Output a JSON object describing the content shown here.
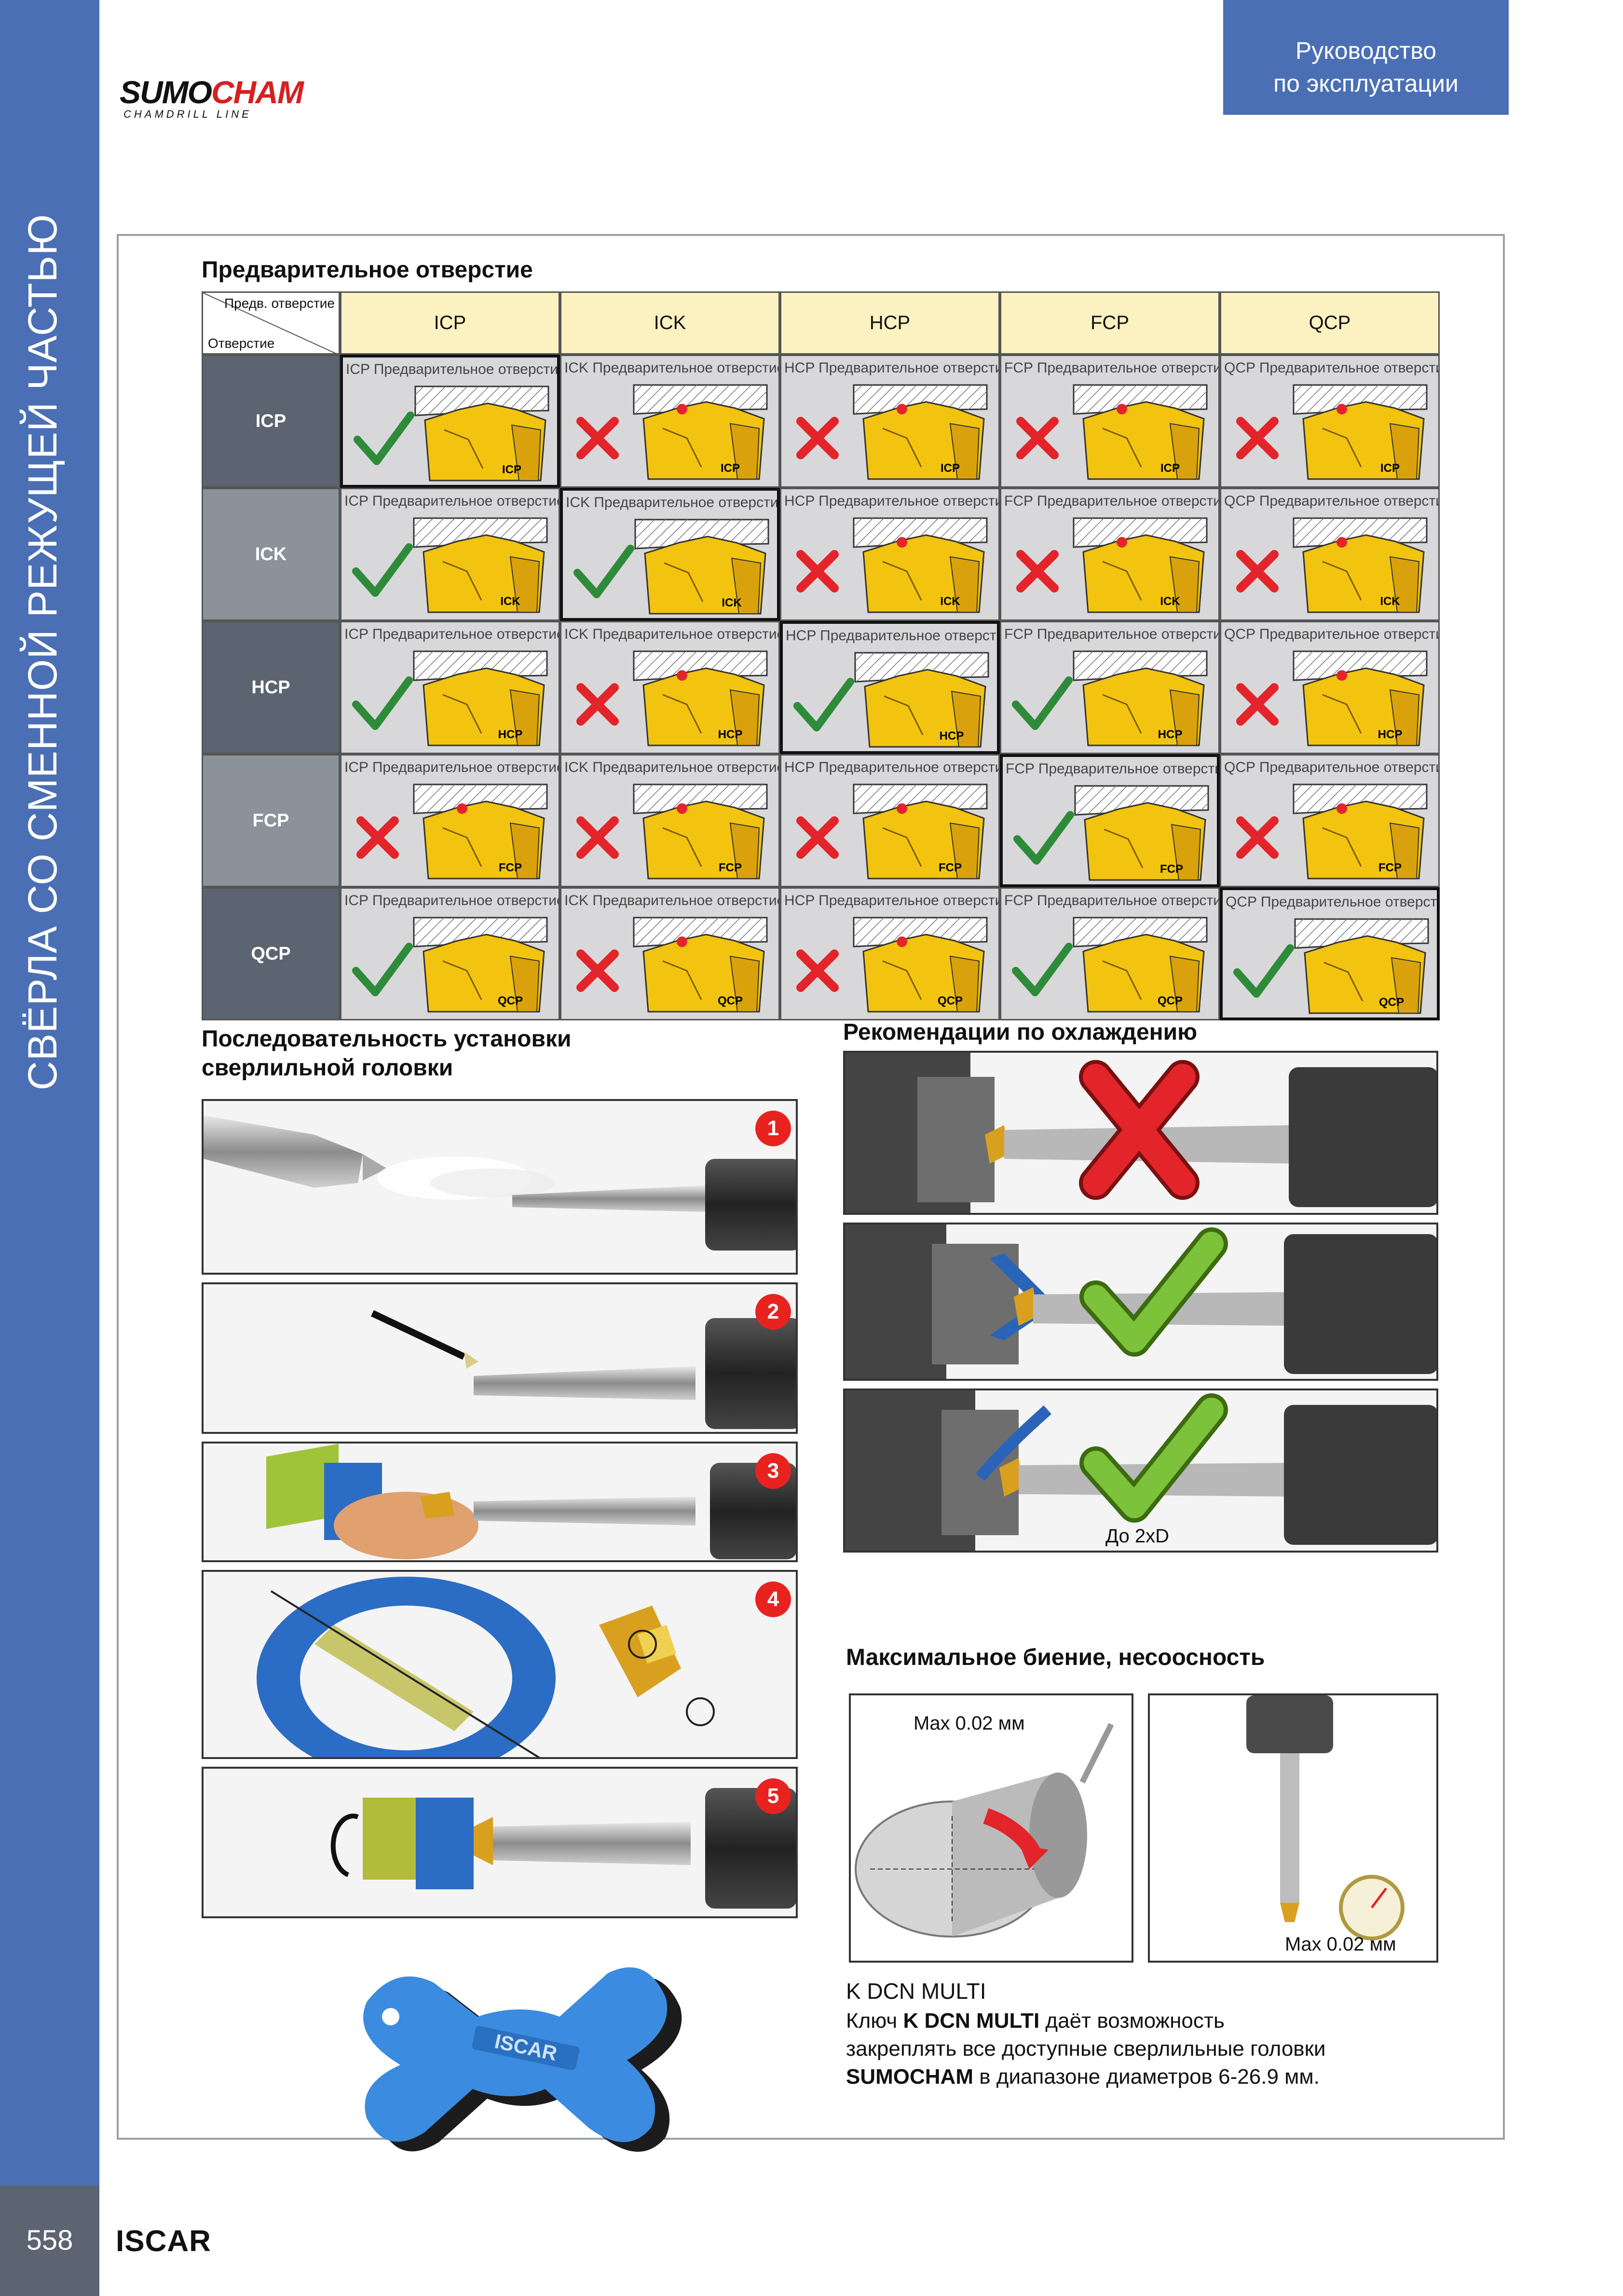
{
  "sidebar": {
    "title": "СВЁРЛА СО СМЕННОЙ РЕЖУЩЕЙ ЧАСТЬЮ",
    "page_number": "558"
  },
  "footer": {
    "brand": "ISCAR"
  },
  "header": {
    "line1": "Руководство",
    "line2": "по эксплуатации"
  },
  "logo": {
    "part1": "SUMO",
    "part2": "CHAM",
    "sub": "CHAMDRILL LINE"
  },
  "colors": {
    "accent": "#4a6fb5",
    "check": "#2e8b3a",
    "cross": "#e3242b",
    "insert": "#f2c40f"
  },
  "predrill": {
    "title": "Предварительное отверстие",
    "corner_top": "Предв. отверстие",
    "corner_bottom": "Отверстие",
    "columns": [
      "ICP",
      "ICK",
      "HCP",
      "FCP",
      "QCP"
    ],
    "caption_suffix": "Предварительное отверстие",
    "rows": [
      {
        "label": "ICP",
        "results": [
          "check",
          "cross",
          "cross",
          "cross",
          "cross"
        ]
      },
      {
        "label": "ICK",
        "results": [
          "check",
          "check",
          "cross",
          "cross",
          "cross"
        ]
      },
      {
        "label": "HCP",
        "results": [
          "check",
          "cross",
          "check",
          "check",
          "cross"
        ]
      },
      {
        "label": "FCP",
        "results": [
          "cross",
          "cross",
          "cross",
          "check",
          "cross"
        ]
      },
      {
        "label": "QCP",
        "results": [
          "check",
          "cross",
          "cross",
          "check",
          "check"
        ]
      }
    ]
  },
  "install": {
    "title_line1": "Последовательность установки",
    "title_line2": "сверлильной головки",
    "steps": [
      "1",
      "2",
      "3",
      "4",
      "5"
    ]
  },
  "cooling": {
    "title": "Рекомендации по охлаждению",
    "note": "До 2xD",
    "results": [
      "cross",
      "check",
      "check"
    ]
  },
  "runout": {
    "title": "Максимальное биение, несоосность",
    "label_left": "Max 0.02 мм",
    "label_right": "Max 0.02 мм"
  },
  "key": {
    "title": "K DCN MULTI",
    "line1_a": "Ключ ",
    "line1_b": "K DCN MULTI",
    "line1_c": " даёт возможность",
    "line2": "закреплять все доступные сверлильные головки",
    "line3_a": "SUMOCHAM",
    "line3_b": " в диапазоне диаметров 6-26.9 мм.",
    "tool_label": "ISCAR"
  }
}
